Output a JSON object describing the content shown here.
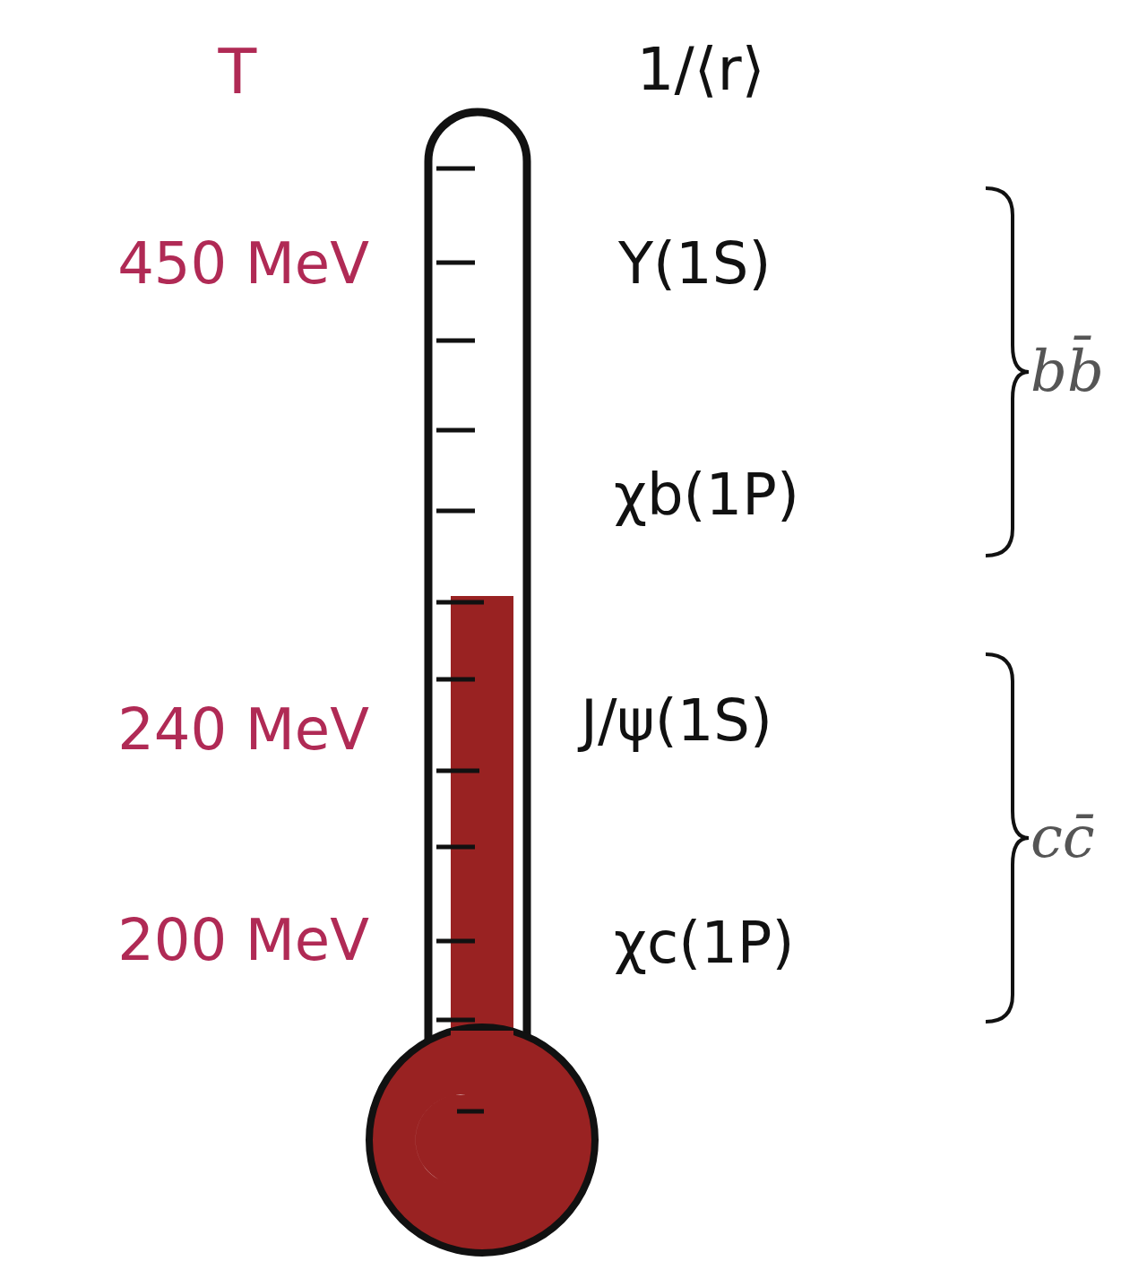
{
  "diagram": {
    "labels": [
      "T",
      "1/⟨r⟩",
      "450 MeV",
      "Υ(1S)",
      "χb(1P)",
      "240 MeV",
      "J/ψ(1S)",
      "200 MeV",
      "χc(1P)",
      "bb̄",
      "cc̄"
    ]
  }
}
